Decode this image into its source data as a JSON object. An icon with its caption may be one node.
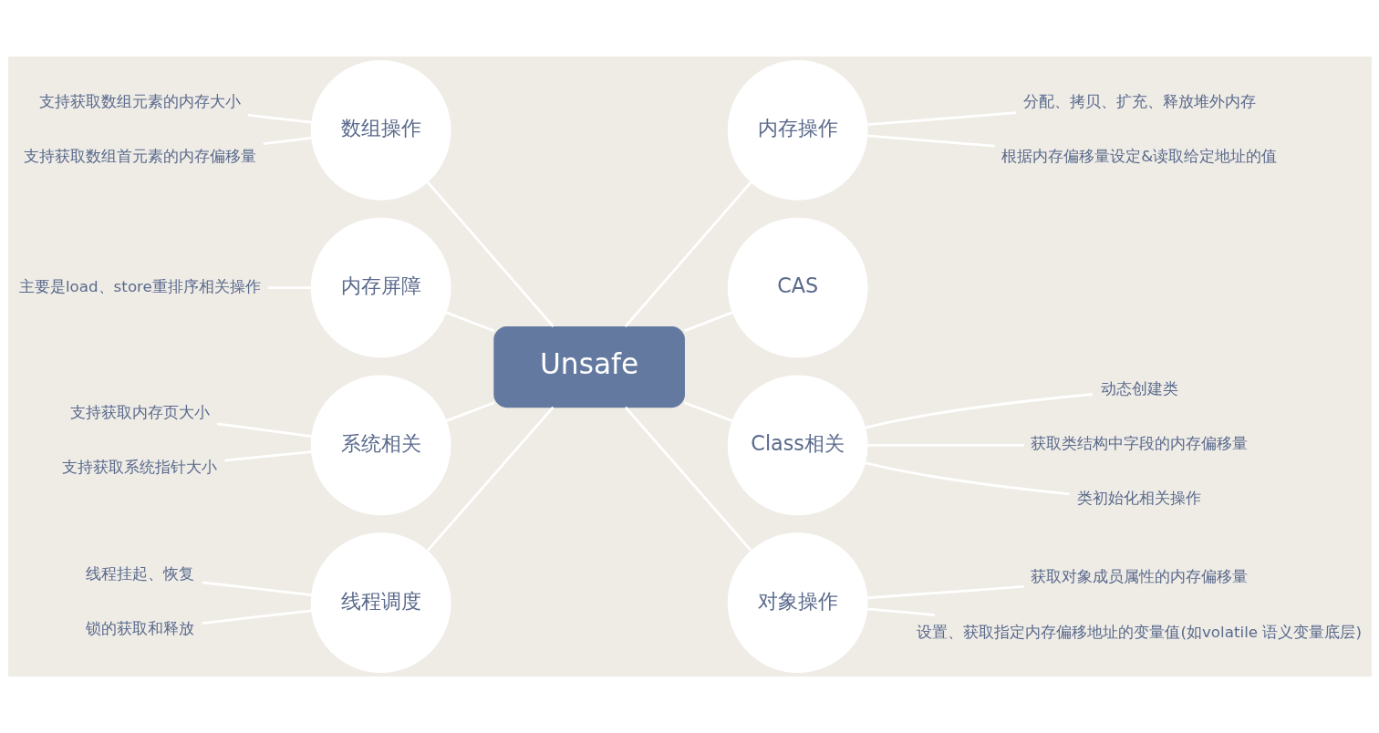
{
  "diagram": {
    "nodes": [
      {
        "text": [
          "Unsafe"
        ]
      },
      {
        "text": [
          "数组操作"
        ]
      },
      {
        "text": [
          "支持获取数组元素的内存大小"
        ]
      },
      {
        "text": [
          "支持获取数组首元素的内存偏移量"
        ]
      },
      {
        "text": [
          "内存屏障"
        ]
      },
      {
        "text": [
          "主要是load、store重排序相关操作"
        ]
      },
      {
        "text": [
          "系统相关"
        ]
      },
      {
        "text": [
          "支持获取内存页大小"
        ]
      },
      {
        "text": [
          "支持获取系统指针大小"
        ]
      },
      {
        "text": [
          "线程调度"
        ]
      },
      {
        "text": [
          "线程挂起、恢复"
        ]
      },
      {
        "text": [
          "锁的获取和释放"
        ]
      },
      {
        "text": [
          "内存操作"
        ]
      },
      {
        "text": [
          "分配、拷贝、扩充、释放堆外内存"
        ]
      },
      {
        "text": [
          "根据内存偏移量设定&读取给定地址的值"
        ]
      },
      {
        "text": [
          "CAS"
        ]
      },
      {
        "text": [
          "Class相关"
        ]
      },
      {
        "text": [
          "动态创建类"
        ]
      },
      {
        "text": [
          "获取类结构中字段的内存偏移量"
        ]
      },
      {
        "text": [
          "类初始化相关操作"
        ]
      },
      {
        "text": [
          "对象操作"
        ]
      },
      {
        "text": [
          "获取对象成员属性的内存偏移量"
        ]
      },
      {
        "text": [
          "设置、获取指定内存偏移地址的变量值(如volatile 语义变量底层)"
        ]
      }
    ],
    "edges": [
      {
        "from": 0,
        "to": 1,
        "arrow": "none"
      },
      {
        "from": 1,
        "to": 2,
        "arrow": "none"
      },
      {
        "from": 1,
        "to": 3,
        "arrow": "none"
      },
      {
        "from": 0,
        "to": 4,
        "arrow": "none"
      },
      {
        "from": 4,
        "to": 5,
        "arrow": "none"
      },
      {
        "from": 0,
        "to": 6,
        "arrow": "none"
      },
      {
        "from": 6,
        "to": 7,
        "arrow": "none"
      },
      {
        "from": 6,
        "to": 8,
        "arrow": "none"
      },
      {
        "from": 0,
        "to": 9,
        "arrow": "none"
      },
      {
        "from": 9,
        "to": 10,
        "arrow": "none"
      },
      {
        "from": 9,
        "to": 11,
        "arrow": "none"
      },
      {
        "from": 0,
        "to": 12,
        "arrow": "none"
      },
      {
        "from": 12,
        "to": 13,
        "arrow": "none"
      },
      {
        "from": 12,
        "to": 14,
        "arrow": "none"
      },
      {
        "from": 0,
        "to": 15,
        "arrow": "none"
      },
      {
        "from": 0,
        "to": 16,
        "arrow": "none"
      },
      {
        "from": 16,
        "to": 17,
        "arrow": "none"
      },
      {
        "from": 16,
        "to": 18,
        "arrow": "none"
      },
      {
        "from": 16,
        "to": 19,
        "arrow": "none"
      },
      {
        "from": 0,
        "to": 20,
        "arrow": "none"
      },
      {
        "from": 20,
        "to": 21,
        "arrow": "none"
      },
      {
        "from": 20,
        "to": 22,
        "arrow": "none"
      }
    ]
  }
}
